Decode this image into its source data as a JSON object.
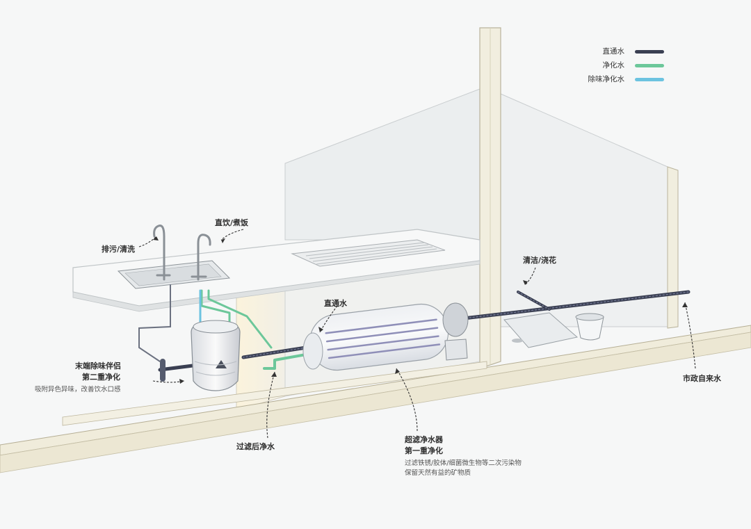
{
  "legend": [
    {
      "label": "直通水",
      "color": "#3a3f52"
    },
    {
      "label": "净化水",
      "color": "#6cc79a"
    },
    {
      "label": "除味净化水",
      "color": "#6cc3e0"
    }
  ],
  "labels": {
    "drain_wash": "排污/清洗",
    "drink_cook": "直饮/煮饭",
    "direct_water": "直通水",
    "clean_water_flowers": "清洁/浇花",
    "municipal_water": "市政自来水",
    "filtered_water": "过滤后净水",
    "end_partner_title": "末端除味伴侣",
    "end_partner_stage": "第二重净化",
    "end_partner_desc": "吸附异色异味，改善饮水口感",
    "uf_title": "超滤净水器",
    "uf_stage": "第一重净化",
    "uf_desc_1": "过滤铁锈/胶体/细菌微生物等二次污染物",
    "uf_desc_2": "保留天然有益的矿物质"
  }
}
